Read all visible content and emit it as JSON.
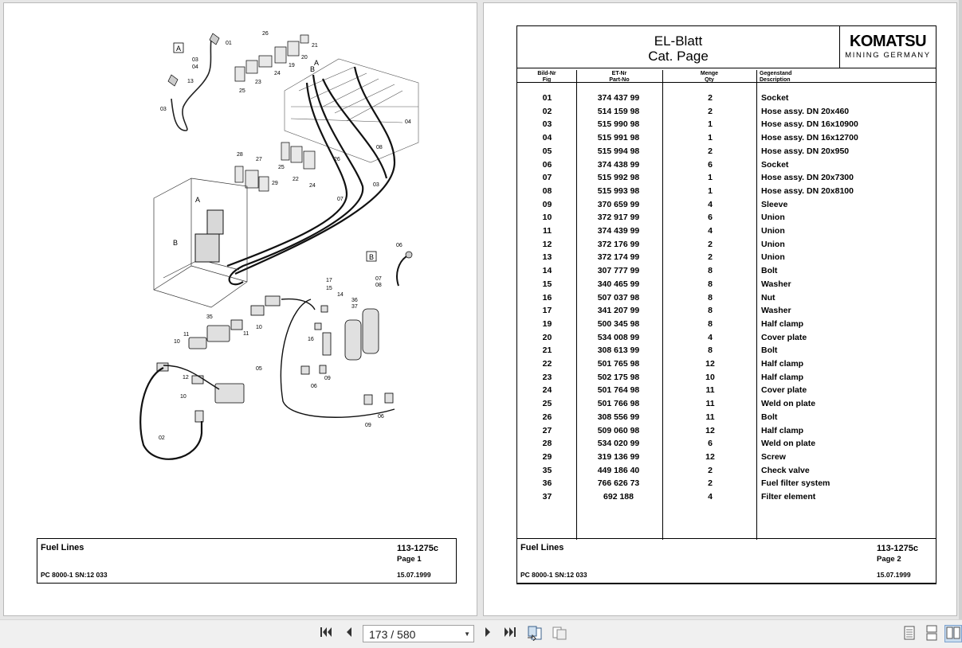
{
  "viewer": {
    "page_input": "173 / 580",
    "icons": [
      "first-page-icon",
      "prev-page-icon",
      "page-dropdown-icon",
      "next-page-icon",
      "last-page-icon",
      "fit-page-icon",
      "rotate-icon",
      "single-page-view-icon",
      "continuous-view-icon",
      "two-page-view-icon"
    ]
  },
  "page1": {
    "diagram_labels": {
      "a_box": "A",
      "b_box": "B",
      "l01": "01",
      "l03a": "03",
      "l04a": "04",
      "l13a": "13",
      "l03b": "03",
      "l26a": "26",
      "l21": "21",
      "l20": "20",
      "l19": "19",
      "l24a": "24",
      "l23": "23",
      "l25a": "25",
      "l04b": "04",
      "l08a": "08",
      "l03c": "03",
      "l07a": "07",
      "l28": "28",
      "l27": "27",
      "l25b": "25",
      "l22": "22",
      "l24b": "24",
      "l26b": "26",
      "l29": "29",
      "lA": "A",
      "lB": "B",
      "lA2": "A",
      "lB2": "B",
      "l06a": "06",
      "l07b": "07",
      "l08b": "08",
      "l17": "17",
      "l15": "15",
      "l14": "14",
      "l36": "36",
      "l37": "37",
      "l35": "35",
      "l11a": "11",
      "l10a": "10",
      "l11b": "11",
      "l10b": "10",
      "l16": "16",
      "l05": "05",
      "l09a": "09",
      "l06b": "06",
      "l12": "12",
      "l10c": "10",
      "l09b": "09",
      "l06c": "06",
      "l02": "02"
    },
    "footer": {
      "title": "Fuel Lines",
      "number": "113-1275c",
      "page": "Page 1",
      "serial": "PC 8000-1 SN:12 033",
      "date": "15.07.1999"
    }
  },
  "page2": {
    "header": {
      "title_line1": "EL-Blatt",
      "title_line2": "Cat. Page",
      "logo_main": "KOMATSU",
      "logo_sub": "MINING GERMANY"
    },
    "columns": [
      {
        "de": "Bild-Nr",
        "en": "Fig"
      },
      {
        "de": "ET-Nr",
        "en": "Part-No"
      },
      {
        "de": "Menge",
        "en": "Qty"
      },
      {
        "de": "Gegenstand",
        "en": "Description"
      }
    ],
    "parts": [
      {
        "fig": "01",
        "part": "374 437 99",
        "qty": "2",
        "desc": "Socket"
      },
      {
        "fig": "02",
        "part": "514 159 98",
        "qty": "2",
        "desc": "Hose assy. DN 20x460"
      },
      {
        "fig": "03",
        "part": "515 990 98",
        "qty": "1",
        "desc": "Hose assy. DN 16x10900"
      },
      {
        "fig": "04",
        "part": "515 991 98",
        "qty": "1",
        "desc": "Hose assy. DN 16x12700"
      },
      {
        "fig": "05",
        "part": "515 994 98",
        "qty": "2",
        "desc": "Hose assy. DN 20x950"
      },
      {
        "fig": "06",
        "part": "374 438 99",
        "qty": "6",
        "desc": "Socket"
      },
      {
        "fig": "07",
        "part": "515 992 98",
        "qty": "1",
        "desc": "Hose assy. DN 20x7300"
      },
      {
        "fig": "08",
        "part": "515 993 98",
        "qty": "1",
        "desc": "Hose assy. DN 20x8100"
      },
      {
        "fig": "09",
        "part": "370 659 99",
        "qty": "4",
        "desc": "Sleeve"
      },
      {
        "fig": "10",
        "part": "372 917 99",
        "qty": "6",
        "desc": "Union"
      },
      {
        "fig": "11",
        "part": "374 439 99",
        "qty": "4",
        "desc": "Union"
      },
      {
        "fig": "12",
        "part": "372 176 99",
        "qty": "2",
        "desc": "Union"
      },
      {
        "fig": "13",
        "part": "372 174 99",
        "qty": "2",
        "desc": "Union"
      },
      {
        "fig": "14",
        "part": "307 777 99",
        "qty": "8",
        "desc": "Bolt"
      },
      {
        "fig": "15",
        "part": "340 465 99",
        "qty": "8",
        "desc": "Washer"
      },
      {
        "fig": "16",
        "part": "507 037 98",
        "qty": "8",
        "desc": "Nut"
      },
      {
        "fig": "17",
        "part": "341 207 99",
        "qty": "8",
        "desc": "Washer"
      },
      {
        "fig": "19",
        "part": "500 345 98",
        "qty": "8",
        "desc": "Half clamp"
      },
      {
        "fig": "20",
        "part": "534 008 99",
        "qty": "4",
        "desc": "Cover plate"
      },
      {
        "fig": "21",
        "part": "308 613 99",
        "qty": "8",
        "desc": "Bolt"
      },
      {
        "fig": "22",
        "part": "501 765 98",
        "qty": "12",
        "desc": "Half clamp"
      },
      {
        "fig": "23",
        "part": "502 175 98",
        "qty": "10",
        "desc": "Half clamp"
      },
      {
        "fig": "24",
        "part": "501 764 98",
        "qty": "11",
        "desc": "Cover plate"
      },
      {
        "fig": "25",
        "part": "501 766 98",
        "qty": "11",
        "desc": "Weld on plate"
      },
      {
        "fig": "26",
        "part": "308 556 99",
        "qty": "11",
        "desc": "Bolt"
      },
      {
        "fig": "27",
        "part": "509 060 98",
        "qty": "12",
        "desc": "Half clamp"
      },
      {
        "fig": "28",
        "part": "534 020 99",
        "qty": "6",
        "desc": "Weld on plate"
      },
      {
        "fig": "29",
        "part": "319 136 99",
        "qty": "12",
        "desc": "Screw"
      },
      {
        "fig": "35",
        "part": "449 186 40",
        "qty": "2",
        "desc": "Check valve"
      },
      {
        "fig": "36",
        "part": "766 626 73",
        "qty": "2",
        "desc": "Fuel filter system"
      },
      {
        "fig": "37",
        "part": "692 188",
        "qty": "4",
        "desc": "Filter element"
      }
    ],
    "footer": {
      "title": "Fuel Lines",
      "number": "113-1275c",
      "page": "Page 2",
      "serial": "PC 8000-1 SN:12 033",
      "date": "15.07.1999"
    }
  }
}
